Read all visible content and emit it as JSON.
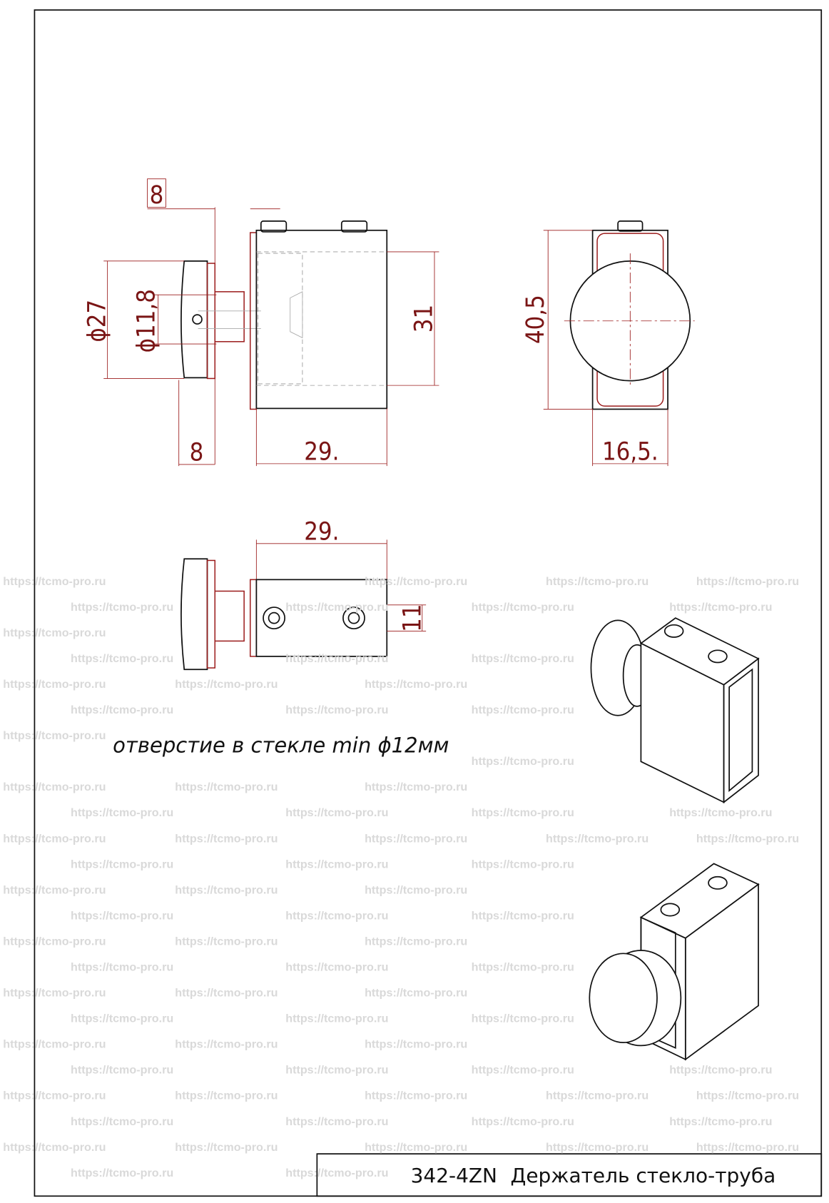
{
  "watermark": "https://tcmo-pro.ru",
  "colors": {
    "outline": "#111111",
    "dimension": "#9b1c1c",
    "watermark": "#d9d9d9"
  },
  "front_view": {
    "dim_top_boxed": "8",
    "dim_outer_diameter": "ϕ27",
    "dim_inner_diameter": "ϕ11,8",
    "dim_height": "31",
    "dim_cap_width": "8",
    "dim_body_width": "29."
  },
  "side_view": {
    "dim_height": "40,5",
    "dim_width": "16,5."
  },
  "top_view": {
    "dim_body_width": "29.",
    "dim_height": "11"
  },
  "note": "отверстие в стекле min ϕ12мм",
  "title_block": {
    "part_number": "342-4ZN",
    "part_name": "Держатель стекло-труба"
  }
}
